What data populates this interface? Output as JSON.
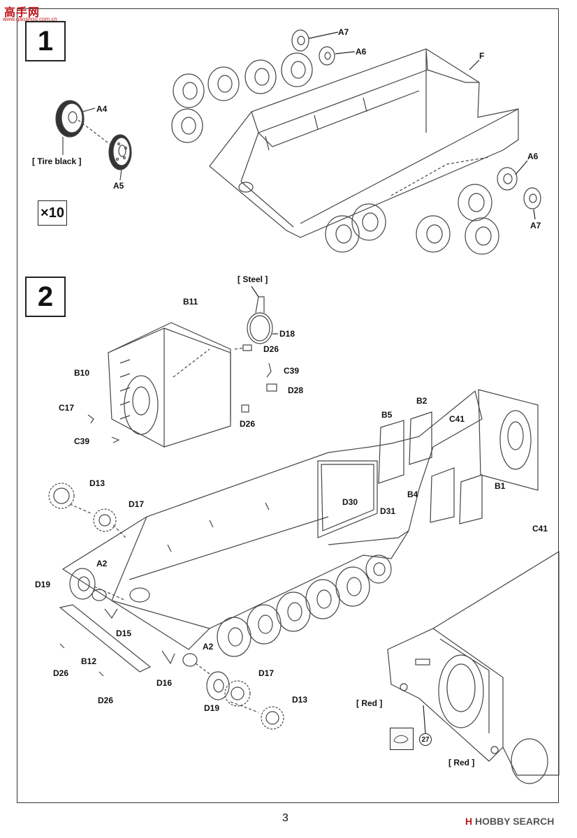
{
  "logo": {
    "text": "高手网",
    "sub": "www.gaoshou.com.cn"
  },
  "steps": [
    {
      "number": "1",
      "labels": {
        "a4": "A4",
        "a5": "A5",
        "a6_top": "A6",
        "a6_right": "A6",
        "a7_top": "A7",
        "a7_right": "A7",
        "f": "F"
      },
      "notes": {
        "tire": "[ Tire black ]"
      },
      "multiplier": "×10"
    },
    {
      "number": "2",
      "labels": {
        "b11": "B11",
        "b10": "B10",
        "d18": "D18",
        "d26_a": "D26",
        "c39_a": "C39",
        "d28": "D28",
        "d26_b": "D26",
        "c17": "C17",
        "c39_b": "C39",
        "b5": "B5",
        "b2": "B2",
        "c41_a": "C41",
        "b4": "B4",
        "b1": "B1",
        "c41_b": "C41",
        "d13_a": "D13",
        "d17_a": "D17",
        "d30": "D30",
        "d31": "D31",
        "a2_a": "A2",
        "d19_a": "D19",
        "d15": "D15",
        "b12": "B12",
        "d26_c": "D26",
        "d26_d": "D26",
        "a2_b": "A2",
        "d16": "D16",
        "d17_b": "D17",
        "d19_b": "D19",
        "d13_b": "D13"
      },
      "notes": {
        "steel": "[ Steel ]",
        "red_a": "[ Red ]",
        "red_b": "[ Red ]"
      },
      "callout": "27"
    }
  ],
  "page_number": "3",
  "watermark": {
    "mark": "H",
    "text": "HOBBY SEARCH"
  }
}
